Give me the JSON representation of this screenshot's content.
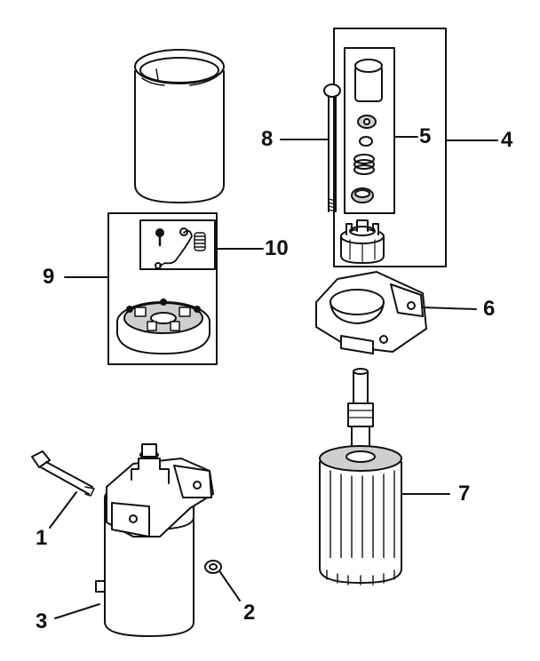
{
  "callouts": {
    "c1": "1",
    "c2": "2",
    "c3": "3",
    "c4": "4",
    "c5": "5",
    "c6": "6",
    "c7": "7",
    "c8": "8",
    "c9": "9",
    "c10": "10"
  },
  "colors": {
    "ink": "#111111",
    "paper": "#ffffff",
    "shade": "#cfcfcf"
  }
}
